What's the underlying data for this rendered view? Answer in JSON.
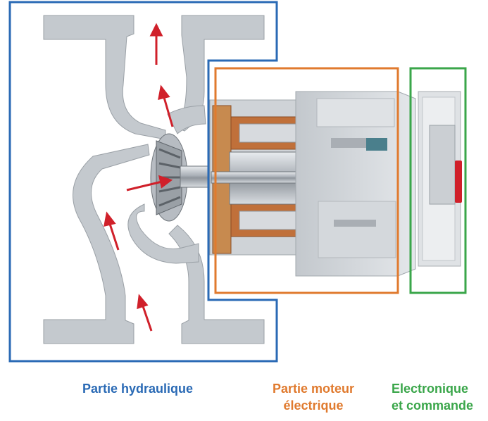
{
  "labels": {
    "hydraulic": {
      "text": "Partie hydraulique",
      "color": "#2a6ab5"
    },
    "motor": {
      "line1": "Partie moteur",
      "line2": "électrique",
      "color": "#e07a2e"
    },
    "electronic": {
      "line1": "Electronique",
      "line2": "et commande",
      "color": "#3aa64a"
    }
  },
  "colors": {
    "frame_blue": "#2a6ab5",
    "frame_orange": "#e07a2e",
    "frame_green": "#3aa64a",
    "flow_arrow": "#d0202a",
    "copper": "#c0703a",
    "housing": "#b9bec4",
    "steel": "#d7dade"
  },
  "icons": [
    "flow-arrow-icon",
    "impeller-icon",
    "rotor-icon",
    "electronics-module-icon"
  ]
}
